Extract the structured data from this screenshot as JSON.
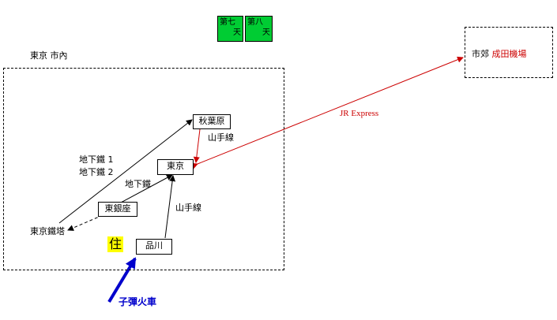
{
  "legend": {
    "box7": {
      "line1": "第七",
      "line2": "天"
    },
    "box8": {
      "line1": "第八",
      "line2": "天"
    },
    "color": "#00cc33"
  },
  "regions": {
    "tokyo_city": {
      "label": "東京 市內"
    },
    "suburb": {
      "label_prefix": "市郊",
      "label_airport": "成田機場"
    }
  },
  "stations": {
    "akihabara": "秋葉原",
    "tokyo": "東京",
    "higashi_ginza": "東銀座",
    "shinagawa": "品川",
    "tokyo_tower": "東京鐵塔"
  },
  "edge_labels": {
    "yamanote_upper": "山手線",
    "yamanote_lower": "山手線",
    "subway_1": "地下鐵 1",
    "subway_2": "地下鐵 2",
    "subway": "地下鐵",
    "jr_express": "JR Express"
  },
  "home": {
    "label": "住"
  },
  "start": {
    "label": "子彈火車"
  },
  "colors": {
    "jr": "#cc0000",
    "start_arrow": "#0000cc",
    "home": "#ffff00"
  }
}
